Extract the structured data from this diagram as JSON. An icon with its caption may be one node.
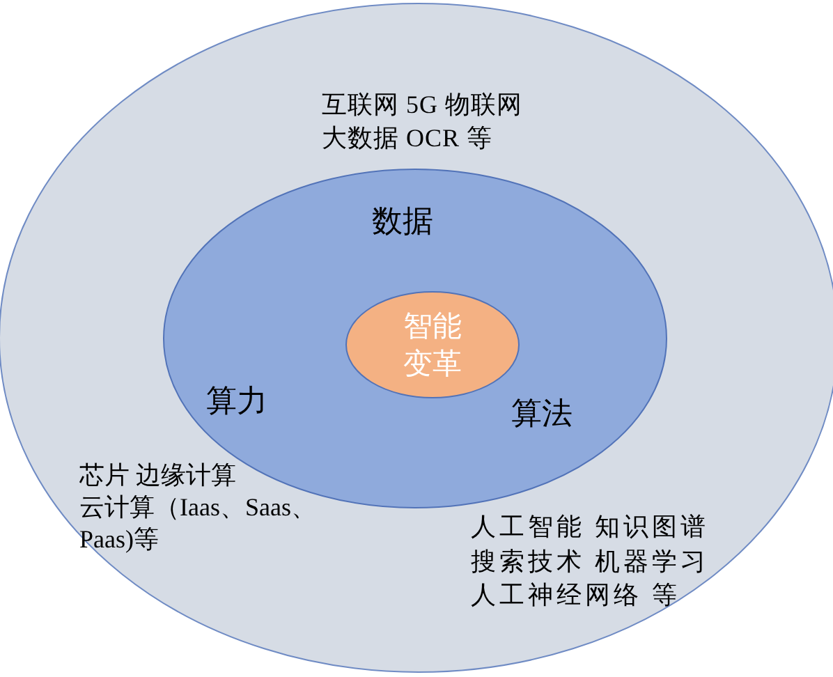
{
  "diagram": {
    "nodes": [
      {
        "text": [
          "互联网 5G 物联网",
          "大数据 OCR 等",
          "芯片 边缘计算",
          "云计算（Iaas、Saas、Paas)等",
          "人工智能 知识图谱",
          "搜索技术 机器学习",
          "人工神经网络 等"
        ]
      },
      {
        "text": [
          "数据",
          "算力",
          "算法"
        ],
        "in": 0
      },
      {
        "text": [
          "智能变革"
        ],
        "in": 1
      }
    ]
  }
}
